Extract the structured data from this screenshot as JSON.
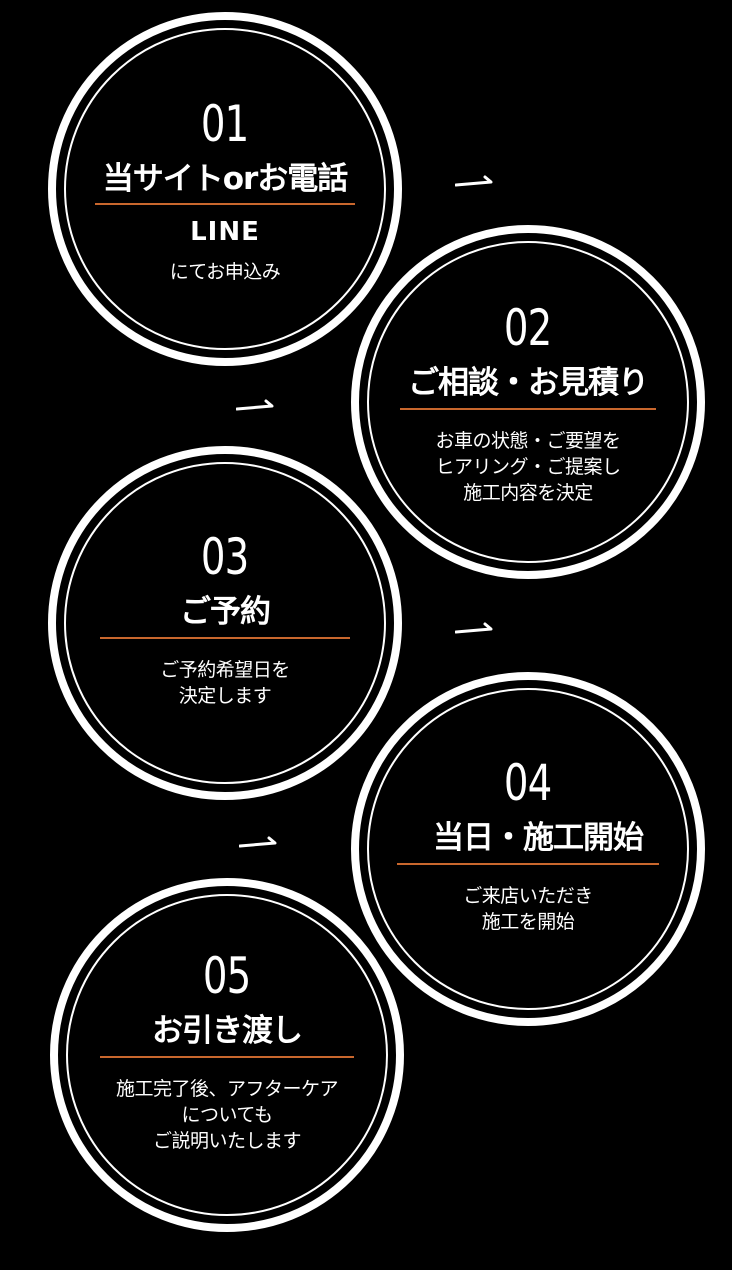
{
  "steps": [
    {
      "number": "01",
      "title": "当サイトorお電話",
      "subtitle": "LINE",
      "description": "にてお申込み"
    },
    {
      "number": "02",
      "title": "ご相談・お見積り",
      "description": "お車の状態・ご要望を\nヒアリング・ご提案し\n施工内容を決定"
    },
    {
      "number": "03",
      "title": "ご予約",
      "description": "ご予約希望日を\n決定します"
    },
    {
      "number": "04",
      "title": "当日・施工開始",
      "description": "ご来店いただき\n施工を開始"
    },
    {
      "number": "05",
      "title": "お引き渡し",
      "description": "施工完了後、アフターケア\nについても\nご説明いたします"
    }
  ],
  "colors": {
    "background": "#000000",
    "foreground": "#ffffff",
    "accent_underline": "#c9672d"
  },
  "icons": {
    "connector": "arrow-right-icon"
  }
}
